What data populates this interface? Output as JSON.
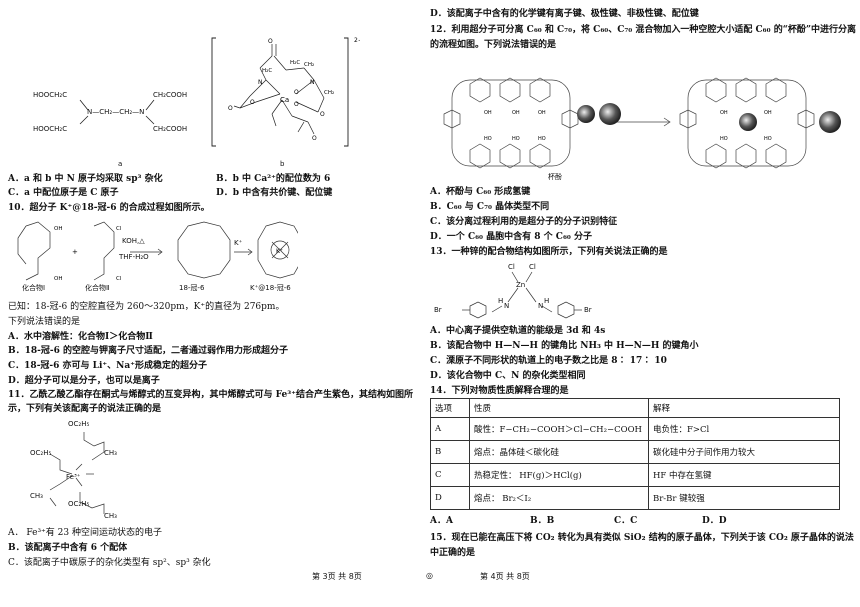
{
  "left": {
    "fig_a": {
      "tl": "HOOCH₂C",
      "bl": "HOOCH₂C",
      "tr": "CH₂COOH",
      "br": "CH₂COOH",
      "center": "N—CH₂—CH₂—N",
      "caption": "a"
    },
    "fig_b": {
      "charge": "2−",
      "metal": "Ca",
      "caption": "b"
    },
    "q_prev": {
      "optA": "A．a 和 b 中 N 原子均采取 sp³ 杂化",
      "optB": "B．b 中 Ca²⁺的配位数为 6",
      "optC": "C．a 中配位原子是 C 原子",
      "optD": "D．b 中含有共价键、配位键"
    },
    "q10": {
      "stem": "10．超分子 K⁺@18-冠-6 的合成过程如图所示。",
      "label1": "化合物Ⅰ",
      "label2": "化合物Ⅱ",
      "label3": "18-冠-6",
      "label4": "K⁺@18-冠-6",
      "reagent1": "KOH,△",
      "reagent2": "THF-H₂O",
      "reagent3": "K⁺",
      "known": "已知：18-冠-6 的空腔直径为 260～320pm，K⁺的直径为 276pm。",
      "ask": "下列说法错误的是",
      "optA": "A．水中溶解性：化合物Ⅰ＞化合物Ⅱ",
      "optB": "B．18-冠-6 的空腔与钾离子尺寸适配，二者通过弱作用力形成超分子",
      "optC": "C．18-冠-6 亦可与 Li⁺、Na⁺形成稳定的超分子",
      "optD": "D．超分子可以是分子，也可以是离子"
    },
    "q11": {
      "stem1": "11．乙酰乙酸乙酯存在酮式与烯醇式的互变异构，其中烯醇式可与 Fe³⁺结合产生紫色，其结构如图所",
      "stem2": "示，下列有关该配离子的说法正确的是",
      "fig_top": "OC₂H₅",
      "fig_left": "OC₂H₅",
      "fig_bottom": "OC₂H₅",
      "fig_metal": "Fe³⁺",
      "fig_ch3a": "CH₃",
      "fig_ch3b": "CH₃",
      "fig_ch3c": "CH₃",
      "optA": "A． Fe³⁺有 23 种空间运动状态的电子",
      "optB": "B．该配离子中含有 6 个配体",
      "optC": "C．该配离子中碳原子的杂化类型有 sp²、sp³ 杂化"
    },
    "footer": "第 3页  共 8页"
  },
  "right": {
    "q11_optD": "D．该配离子中含有的化学键有离子键、极性键、非极性键、配位键",
    "q12": {
      "stem1": "12．利用超分子可分离 C₆₀ 和 C₇₀，将 C₆₀、C₇₀ 混合物加入一种空腔大小适配 C₆₀ 的“杯酚”中进行分离",
      "stem2": "的流程如图。下列说法错误的是",
      "fig_label": "杯酚",
      "optA": "A．杯酚与 C₆₀ 形成氢键",
      "optB": "B．C₆₀ 与 C₇₀ 晶体类型不同",
      "optC": "C．该分离过程利用的是超分子的分子识别特征",
      "optD": "D．一个 C₆₀ 晶胞中含有 8 个 C₆₀ 分子"
    },
    "q13": {
      "stem": "13．一种锌的配合物结构如图所示，下列有关说法正确的是",
      "fig_cl1": "Cl",
      "fig_cl2": "Cl",
      "fig_zn": "Zn",
      "fig_n1": "N",
      "fig_n2": "N",
      "fig_h1": "H",
      "fig_h2": "H",
      "fig_br1": "Br",
      "fig_br2": "Br",
      "optA": "A．中心离子提供空轨道的能级是 3d 和 4s",
      "optB": "B．该配合物中 H—N—H 的键角比 NH₃ 中 H—N—H 的键角小",
      "optC": "C．溧原子不同形状的轨道上的电子数之比是 8∶ 17∶ 10",
      "optD": "D．该化合物中 C、N 的杂化类型相同"
    },
    "q14": {
      "stem": "14．下列对物质性质解释合理的是",
      "headers": [
        "选项",
        "性质",
        "解释"
      ],
      "rows": [
        [
          "A",
          "酸性：F−CH₂−COOH＞Cl−CH₂−COOH",
          "电负性：F>Cl"
        ],
        [
          "B",
          "熔点：晶体硅＜碳化硅",
          "碳化硅中分子间作用力较大"
        ],
        [
          "C",
          "热稳定性： HF(g)＞HCl(g)",
          "HF 中存在氢键"
        ],
        [
          "D",
          "熔点： Br₂＜I₂",
          "Br-Br 键较强"
        ]
      ],
      "answers": [
        "A．A",
        "B．B",
        "C．C",
        "D．D"
      ]
    },
    "q15": {
      "stem1": "15．现在已能在高压下将 CO₂ 转化为具有类似 SiO₂ 结构的原子晶体，下列关于该 CO₂ 原子晶体的说法",
      "stem2": "中正确的是"
    },
    "footer": "第 4页  共 8页"
  },
  "center_mark": "◎"
}
